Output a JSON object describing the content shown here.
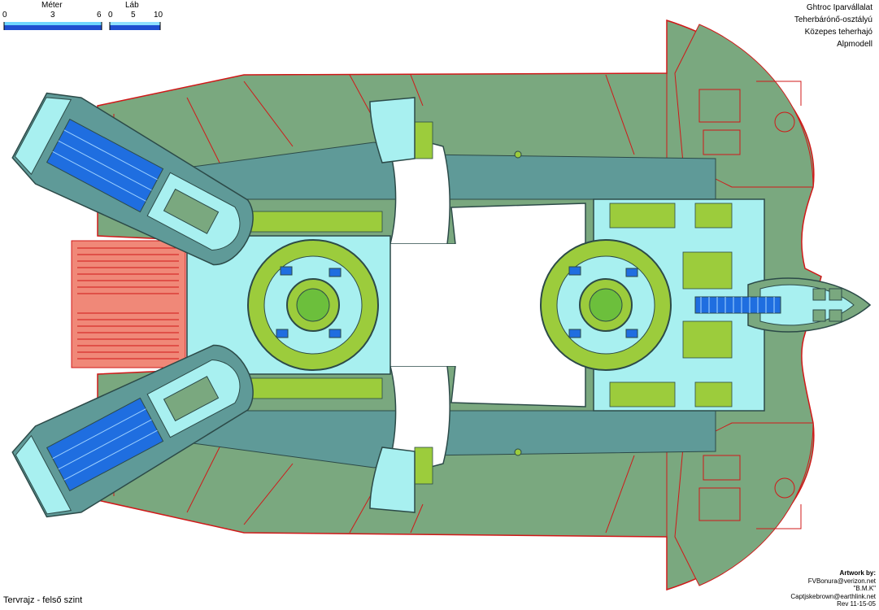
{
  "scale": {
    "meter_label": "Méter",
    "meter_ticks": [
      "0",
      "3",
      "6"
    ],
    "foot_label": "Láb",
    "foot_ticks": [
      "0",
      "5",
      "10"
    ]
  },
  "title_block": {
    "line1": "Ghtroc Iparvállalat",
    "line2": "Teherbárónő-osztályú",
    "line3": "Közepes teherhajó",
    "line4": "Alpmodell"
  },
  "caption": "Tervrajz - felső szint",
  "credits": {
    "heading": "Artwork by:",
    "email1": "FVBonura@verizon.net",
    "alias": "\"B.M.K\"",
    "email2": "Captjskebrown@earthlink.net",
    "revision": "Rev 11-15-05"
  },
  "colors": {
    "hull": "#7aa87f",
    "hull_line": "#d01818",
    "deck": "#5f9a98",
    "interior": "#a8f0f0",
    "equipment": "#9ccc3c",
    "tank": "#1f6ee0",
    "wall": "#2c4a48"
  }
}
